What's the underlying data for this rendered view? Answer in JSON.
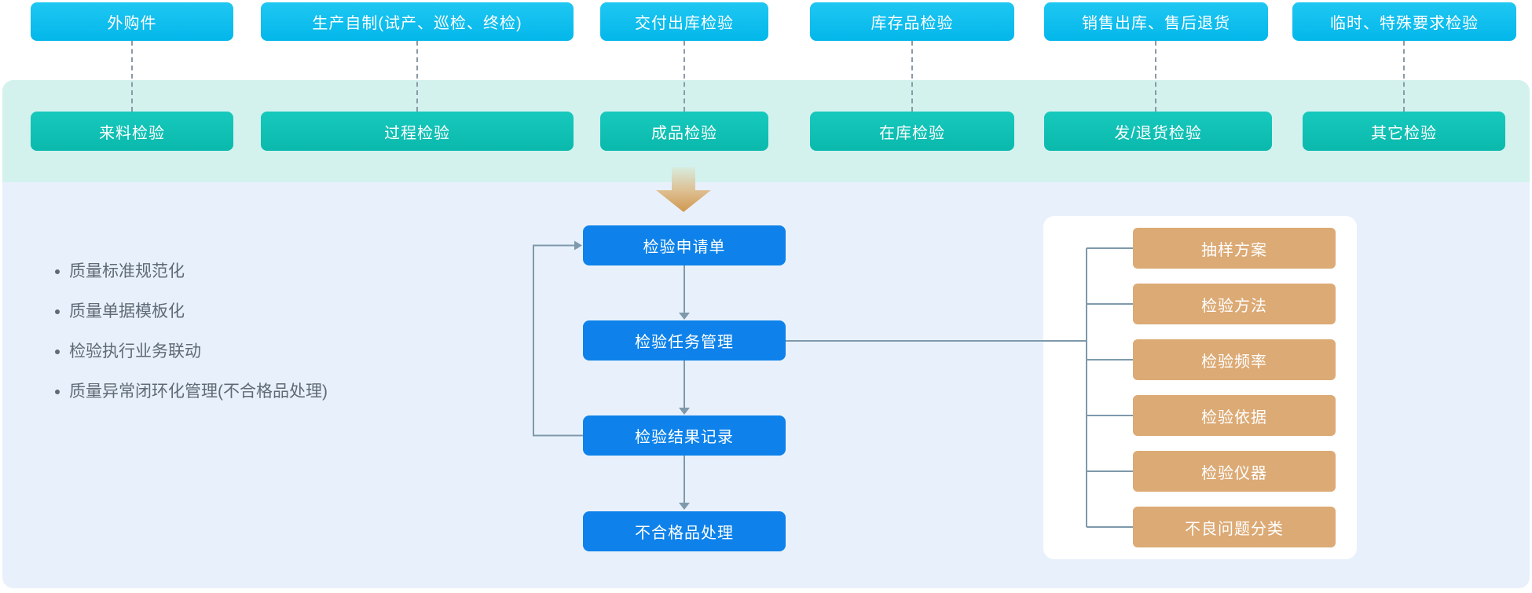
{
  "columns": [
    {
      "source": "外购件",
      "inspection": "来料检验"
    },
    {
      "source": "生产自制(试产、巡检、终检)",
      "inspection": "过程检验"
    },
    {
      "source": "交付出库检验",
      "inspection": "成品检验"
    },
    {
      "source": "库存品检验",
      "inspection": "在库检验"
    },
    {
      "source": "销售出库、售后退货",
      "inspection": "发/退货检验"
    },
    {
      "source": "临时、特殊要求检验",
      "inspection": "其它检验"
    }
  ],
  "highlights": [
    "质量标准规范化",
    "质量单据模板化",
    "检验执行业务联动",
    "质量异常闭环化管理(不合格品处理)"
  ],
  "flow": [
    "检验申请单",
    "检验任务管理",
    "检验结果记录",
    "不合格品处理"
  ],
  "standards": [
    "抽样方案",
    "检验方法",
    "检验频率",
    "检验依据",
    "检验仪器",
    "不良问题分类"
  ],
  "colors": {
    "source_box": "#03b7ea",
    "inspection_box": "#0ab9ac",
    "flow_box": "#0e82ea",
    "standard_box": "#dcaa75",
    "band": "#d3f2ee",
    "panel": "#e8f1fb",
    "connector": "#7e99ab",
    "arrow": "#d0984f"
  }
}
